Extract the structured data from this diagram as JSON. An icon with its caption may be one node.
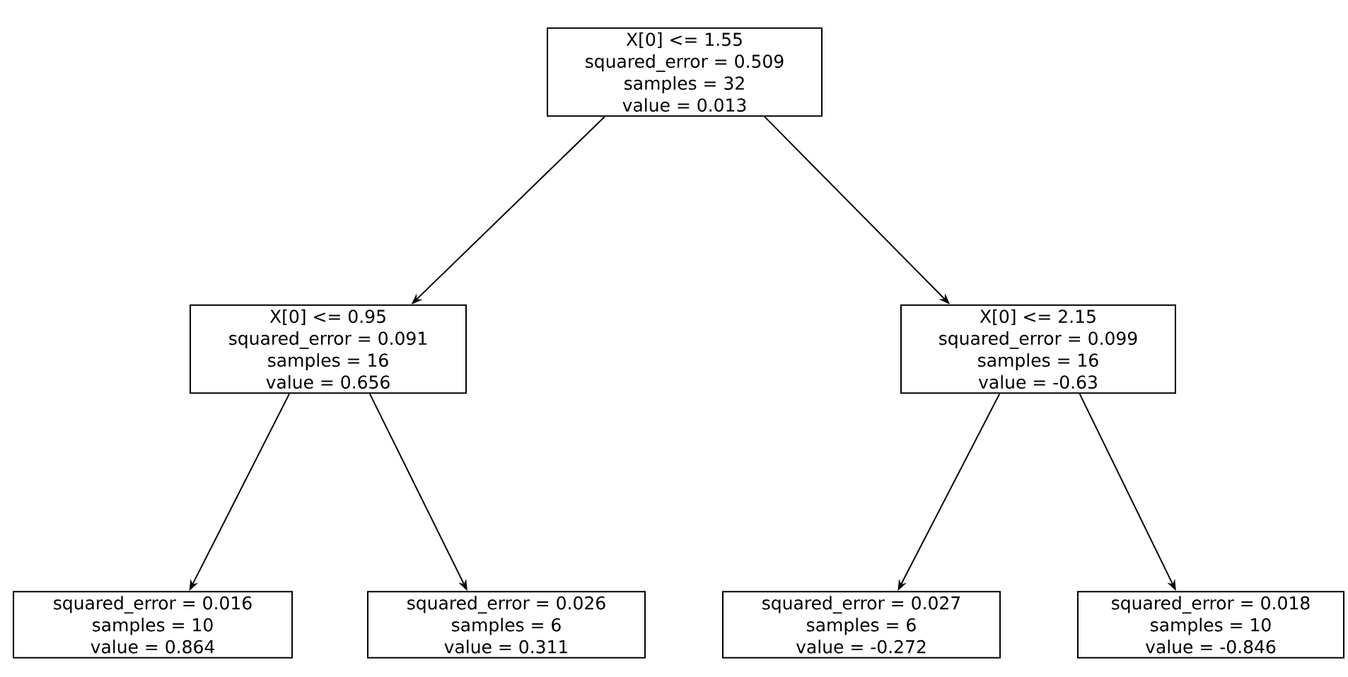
{
  "diagram": {
    "nodes": [
      {
        "text": [
          "X[0] <= 1.55",
          "squared_error = 0.509",
          "samples = 32",
          "value = 0.013"
        ]
      },
      {
        "text": [
          "X[0] <= 0.95",
          "squared_error = 0.091",
          "samples = 16",
          "value = 0.656"
        ]
      },
      {
        "text": [
          "X[0] <= 2.15",
          "squared_error = 0.099",
          "samples = 16",
          "value = -0.63"
        ]
      },
      {
        "text": [
          "squared_error = 0.016",
          "samples = 10",
          "value = 0.864"
        ]
      },
      {
        "text": [
          "squared_error = 0.026",
          "samples = 6",
          "value = 0.311"
        ]
      },
      {
        "text": [
          "squared_error = 0.027",
          "samples = 6",
          "value = -0.272"
        ]
      },
      {
        "text": [
          "squared_error = 0.018",
          "samples = 10",
          "value = -0.846"
        ]
      }
    ],
    "edges": [
      {
        "from": 0,
        "to": 1,
        "arrow": "to"
      },
      {
        "from": 0,
        "to": 2,
        "arrow": "to"
      },
      {
        "from": 1,
        "to": 3,
        "arrow": "to"
      },
      {
        "from": 1,
        "to": 4,
        "arrow": "to"
      },
      {
        "from": 2,
        "to": 5,
        "arrow": "to"
      },
      {
        "from": 2,
        "to": 6,
        "arrow": "to"
      }
    ]
  }
}
